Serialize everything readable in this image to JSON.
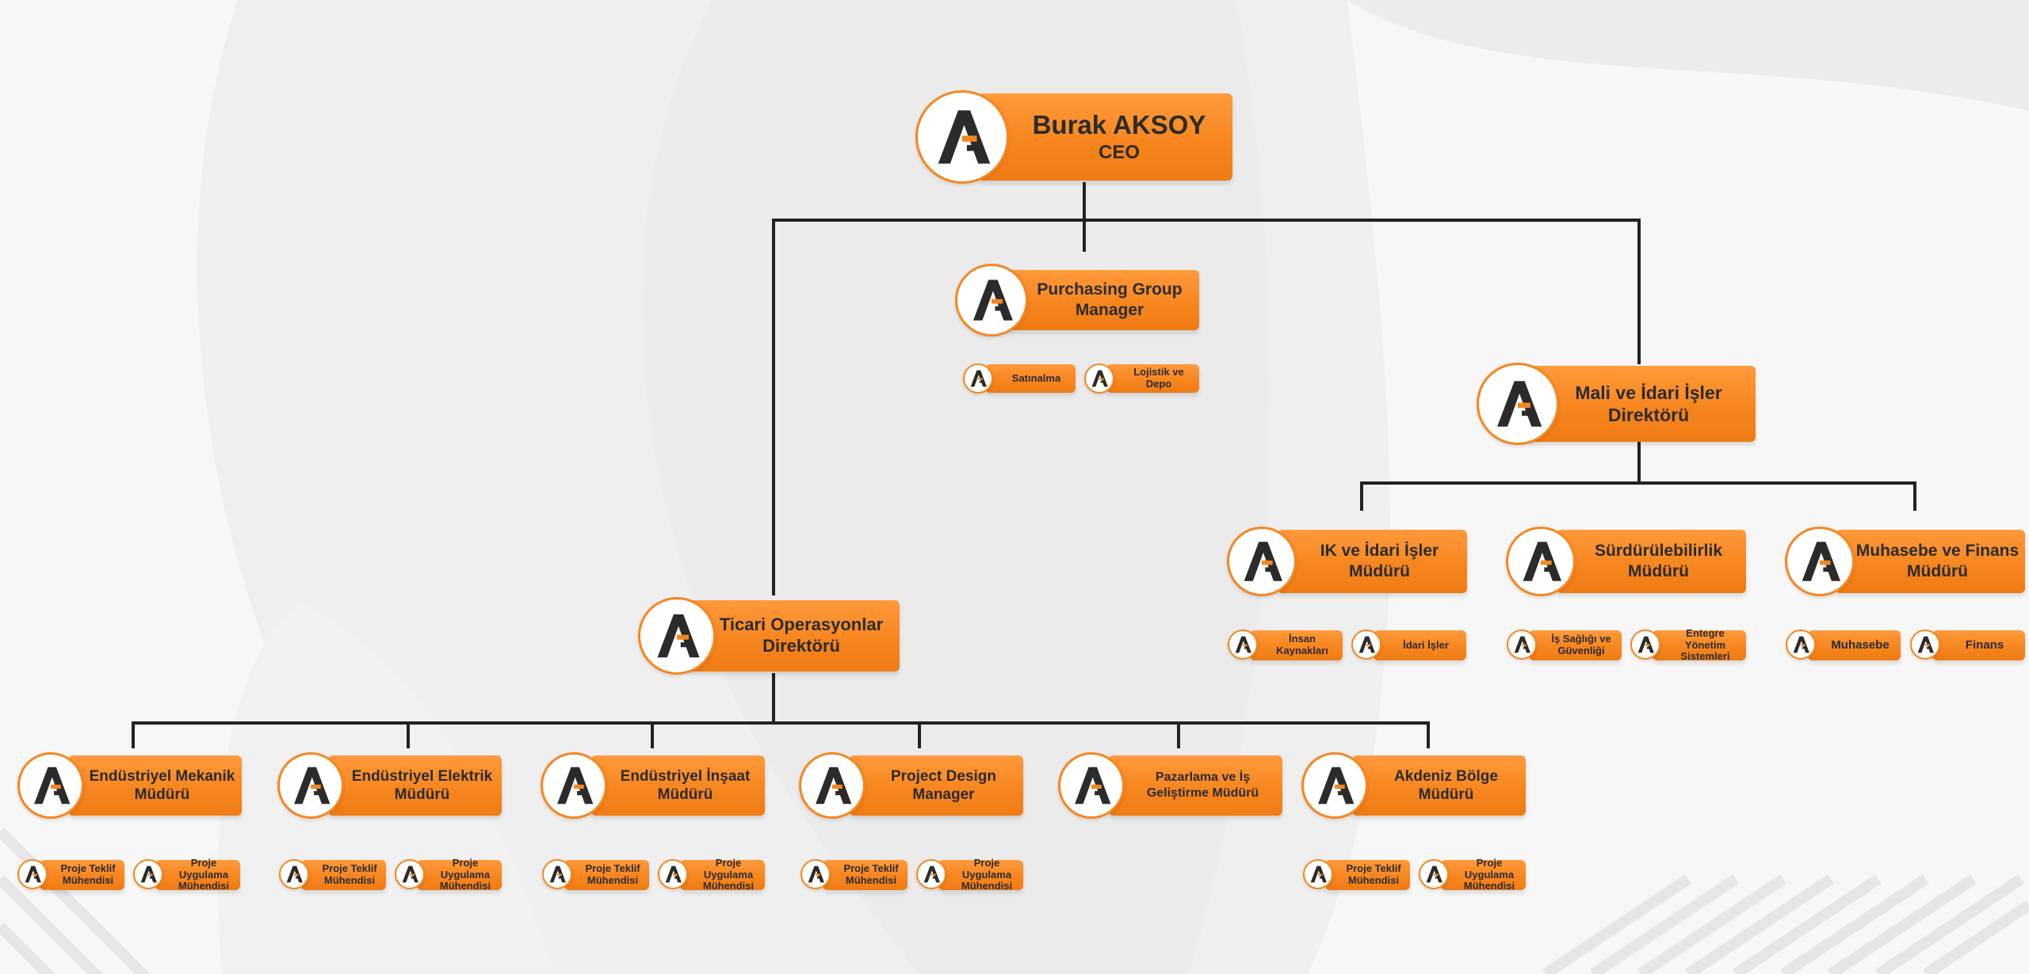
{
  "colors": {
    "accent": "#f7861f",
    "line": "#222222",
    "text": "#2b2b2b"
  },
  "logo_icon": "a-letter-logo-icon",
  "ceo": {
    "name": "Burak AKSOY",
    "title": "CEO"
  },
  "purchasing": {
    "title": "Purchasing Group Manager",
    "units": [
      "Satınalma",
      "Lojistik ve Depo"
    ]
  },
  "mali": {
    "title": "Mali ve İdari İşler Direktörü",
    "departments": [
      {
        "title": "IK ve İdari İşler Müdürü",
        "units": [
          "İnsan Kaynakları",
          "İdari İşler"
        ]
      },
      {
        "title": "Sürdürülebilirlik Müdürü",
        "units": [
          "İş Sağlığı ve Güvenliği",
          "Entegre Yönetim Sistemleri"
        ]
      },
      {
        "title": "Muhasebe ve Finans Müdürü",
        "units": [
          "Muhasebe",
          "Finans"
        ]
      }
    ]
  },
  "ticari": {
    "title": "Ticari Operasyonlar Direktörü",
    "departments": [
      {
        "title": "Endüstriyel Mekanik Müdürü",
        "units": [
          "Proje Teklif Mühendisi",
          "Proje Uygulama Mühendisi"
        ]
      },
      {
        "title": "Endüstriyel Elektrik Müdürü",
        "units": [
          "Proje Teklif Mühendisi",
          "Proje Uygulama Mühendisi"
        ]
      },
      {
        "title": "Endüstriyel İnşaat Müdürü",
        "units": [
          "Proje Teklif Mühendisi",
          "Proje Uygulama Mühendisi"
        ]
      },
      {
        "title": "Project Design Manager",
        "units": [
          "Proje Teklif Mühendisi",
          "Proje Uygulama Mühendisi"
        ]
      },
      {
        "title": "Pazarlama ve İş Geliştirme Müdürü",
        "units": []
      },
      {
        "title": "Akdeniz Bölge Müdürü",
        "units": [
          "Proje Teklif Mühendisi",
          "Proje Uygulama Mühendisi"
        ]
      }
    ]
  }
}
